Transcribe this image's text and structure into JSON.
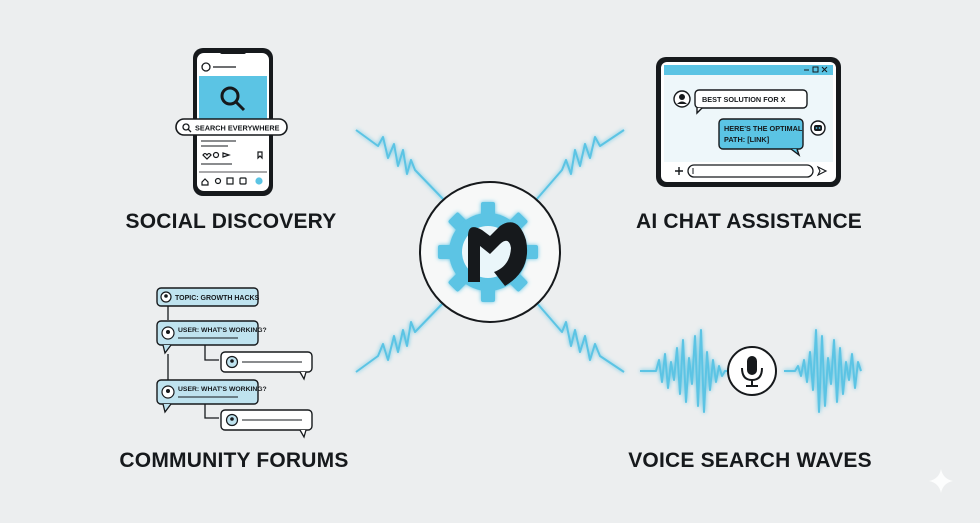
{
  "center": {
    "logo_icon": "gear-m-logo-icon"
  },
  "colors": {
    "accent": "#5bc4e4",
    "accent_glow": "#8fe3f7",
    "ink": "#16191c",
    "panel": "#bfe3ef",
    "background": "#eceeef"
  },
  "social_discovery": {
    "caption": "SOCIAL DISCOVERY",
    "search_label": "SEARCH EVERYWHERE"
  },
  "ai_chat": {
    "caption": "AI CHAT ASSISTANCE",
    "user_message": "BEST SOLUTION FOR X",
    "bot_message_line1": "HERE'S THE OPTIMAL",
    "bot_message_line2": "PATH: [LINK]"
  },
  "community_forums": {
    "caption": "COMMUNITY FORUMS",
    "topic": "TOPIC: GROWTH HACKS",
    "post_1": "USER: WHAT'S WORKING?",
    "post_2": "USER: WHAT'S WORKING?"
  },
  "voice_search": {
    "caption": "VOICE SEARCH WAVES",
    "icon": "microphone-icon"
  }
}
